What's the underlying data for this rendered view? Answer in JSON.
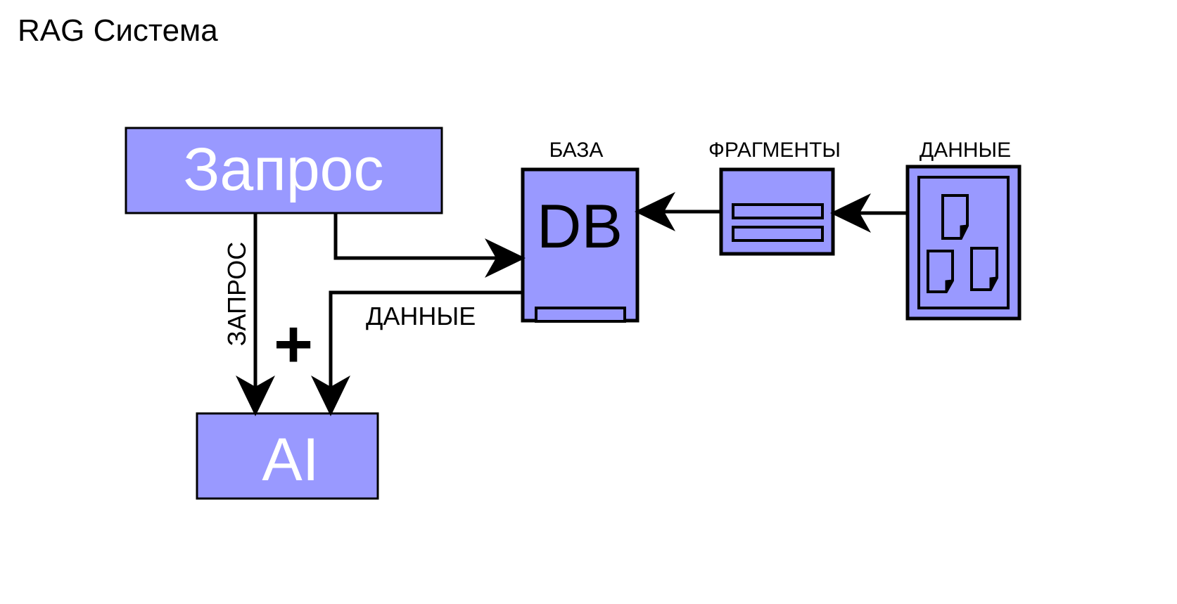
{
  "title": "RAG Система",
  "nodes": {
    "query": {
      "label": "Запрос"
    },
    "ai": {
      "label": "AI"
    },
    "db": {
      "caption": "БАЗА",
      "label": "DB"
    },
    "fragments": {
      "caption": "ФРАГМЕНТЫ"
    },
    "data": {
      "caption": "ДАННЫЕ"
    }
  },
  "edges": {
    "query_to_ai": {
      "label": "ЗАПРОС"
    },
    "db_to_ai": {
      "label": "ДАННЫЕ"
    },
    "combine": {
      "label": "+"
    }
  },
  "colors": {
    "box_fill": "#9999ff",
    "stroke": "#000000",
    "box_text": "#ffffff",
    "text": "#000000"
  }
}
